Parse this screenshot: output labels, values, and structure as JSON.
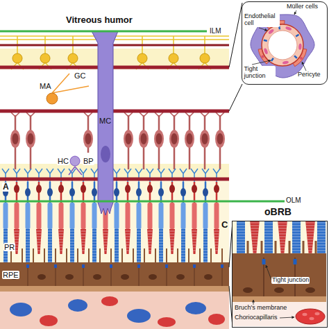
{
  "diagram": {
    "nodes": [
      {
        "text": [
          "Müller cells",
          "Endothelial cell",
          "Tight junction",
          "Pericyte"
        ]
      },
      {
        "text": [
          "C",
          "oBRB",
          "Tight junction",
          "Bruch's membrane",
          "Choriocapillaris"
        ]
      }
    ],
    "labels": [
      "Vitreous humor",
      "ILM",
      "GC",
      "MA",
      "MC",
      "HC",
      "BP",
      "A",
      "OLM",
      "PR",
      "RPE"
    ]
  }
}
